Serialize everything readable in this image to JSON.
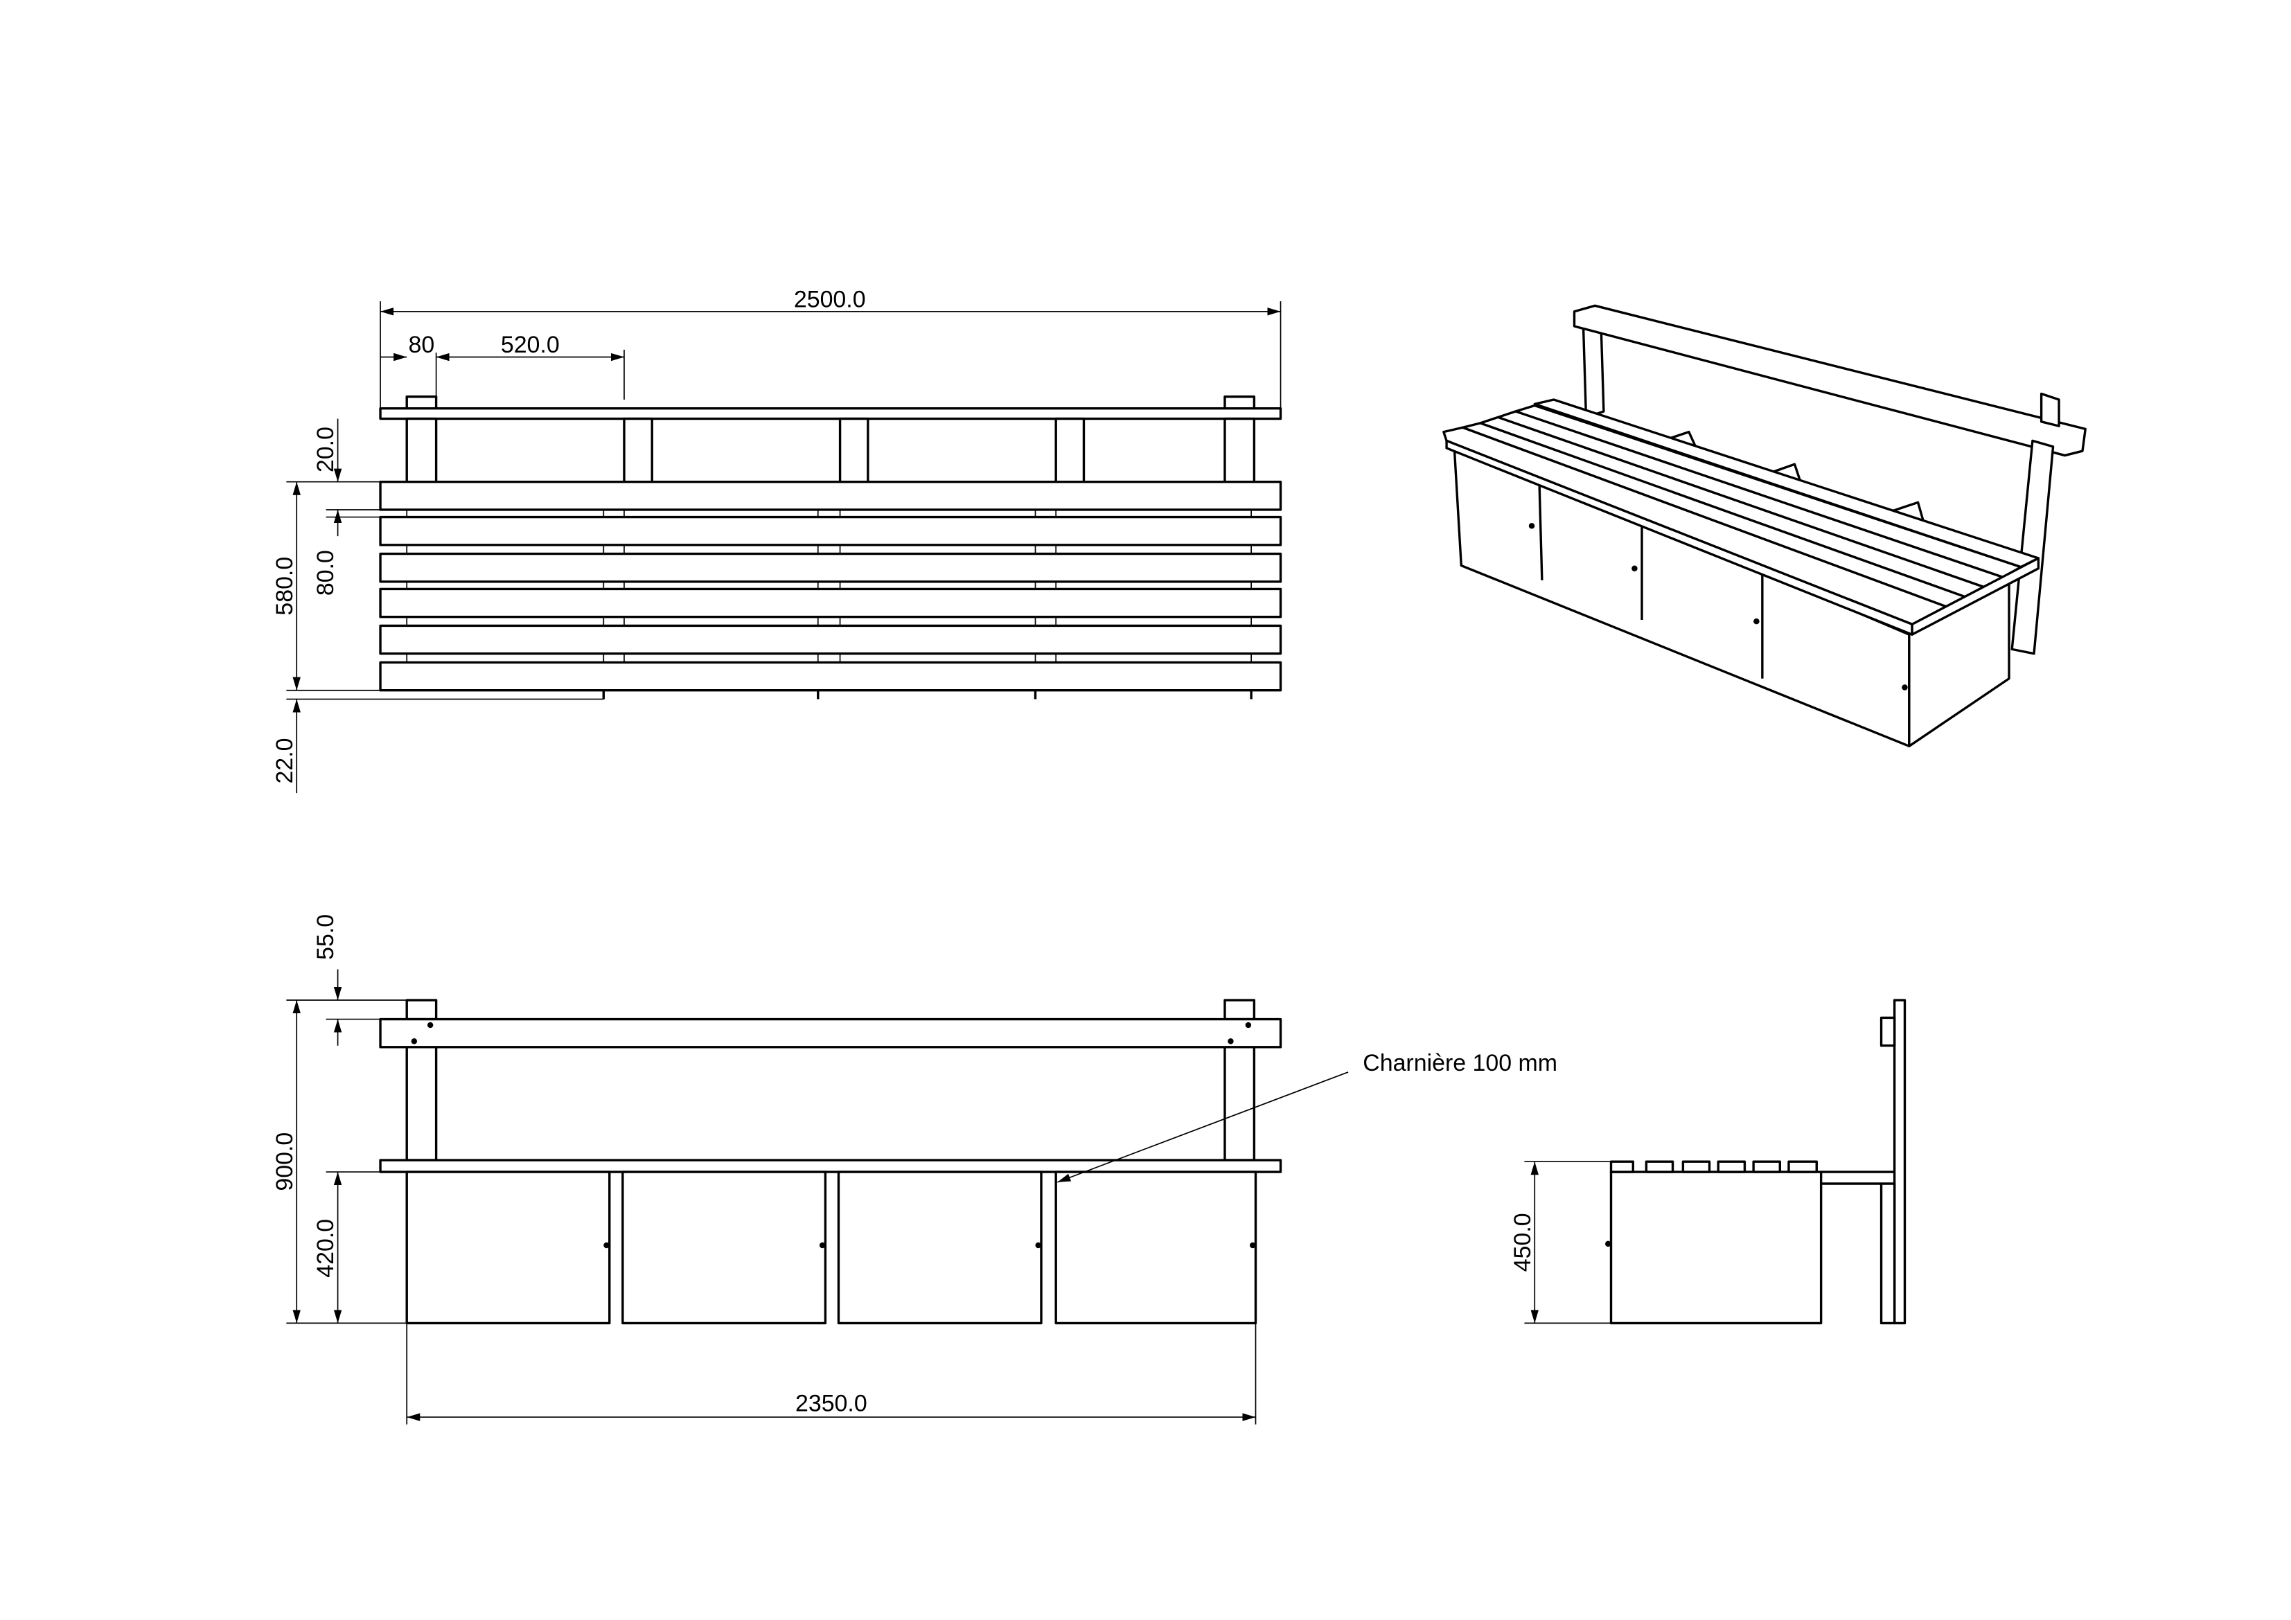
{
  "top_view": {
    "overall_width": "2500.0",
    "post_width": "80",
    "post_spacing": "520.0",
    "gap_top": "20.0",
    "slat_width": "80.0",
    "seat_depth": "580.0",
    "overhang": "22.0"
  },
  "front_view": {
    "cap_height": "55.0",
    "total_height": "900.0",
    "box_height": "420.0",
    "box_width": "2350.0",
    "hinge_note": "Charnière 100 mm"
  },
  "side_view": {
    "seat_height": "450.0"
  },
  "colors": {
    "line": "#000000",
    "background": "#ffffff"
  }
}
